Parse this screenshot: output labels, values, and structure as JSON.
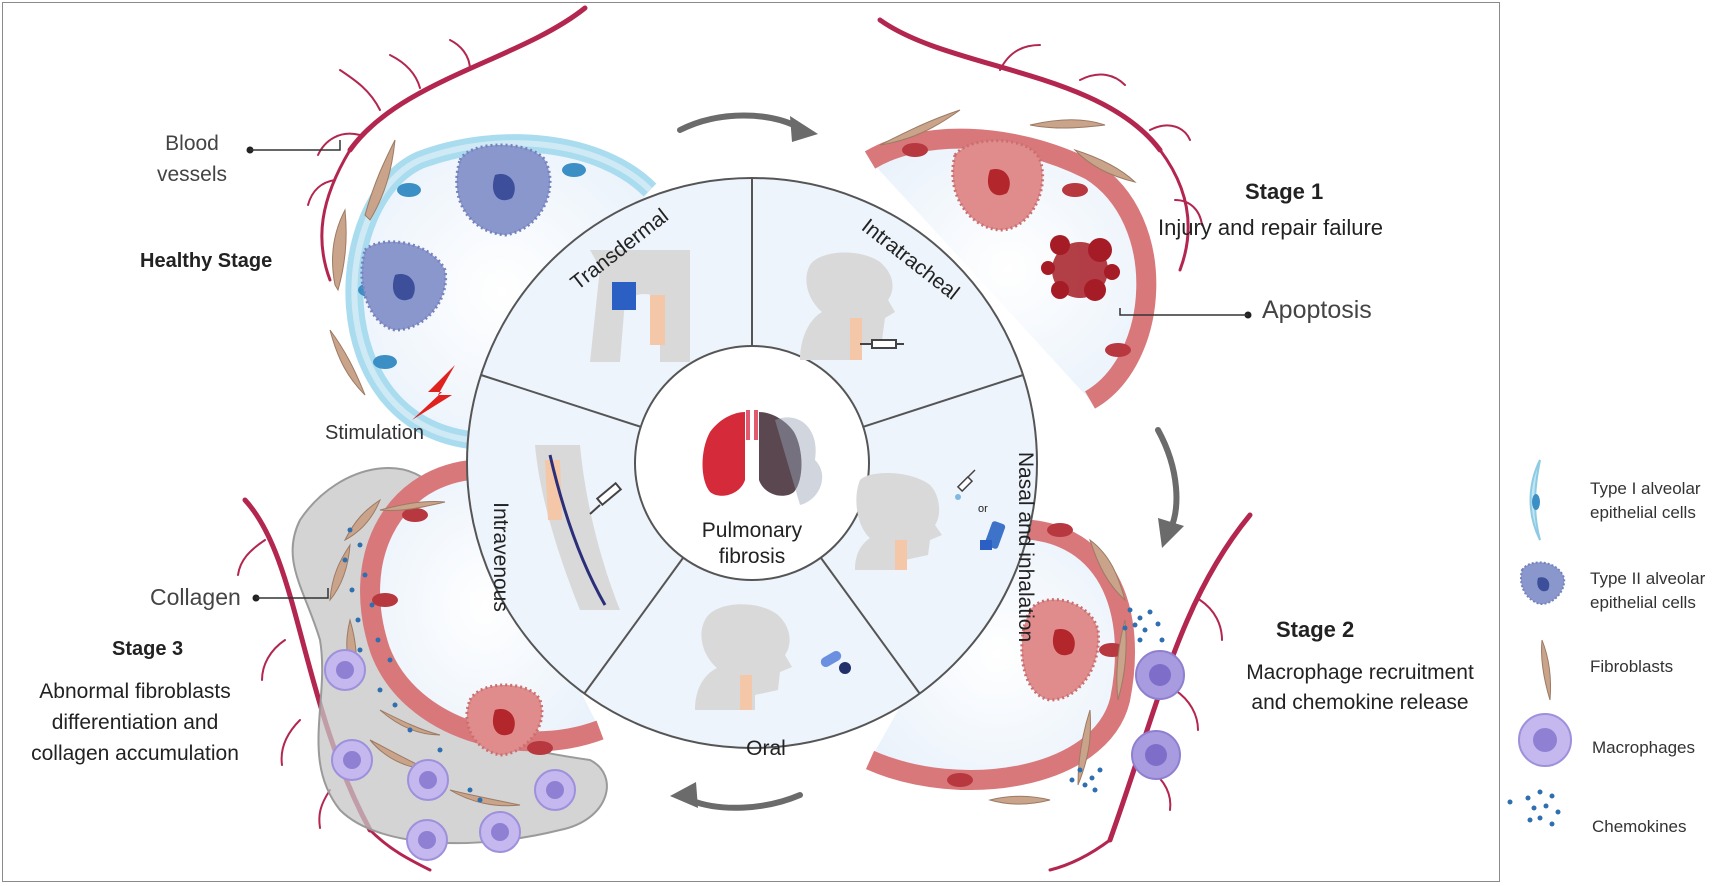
{
  "stages": {
    "healthy": {
      "title": "Healthy Stage"
    },
    "stage1": {
      "title": "Stage 1",
      "subtitle": "Injury and repair failure"
    },
    "stage2": {
      "title": "Stage 2",
      "line1": "Macrophage recruitment",
      "line2": "and chemokine release"
    },
    "stage3": {
      "title": "Stage 3",
      "line1": "Abnormal fibroblasts",
      "line2": "differentiation and",
      "line3": "collagen accumulation"
    }
  },
  "callouts": {
    "blood_vessels_1": "Blood",
    "blood_vessels_2": "vessels",
    "stimulation": "Stimulation",
    "apoptosis": "Apoptosis",
    "collagen": "Collagen"
  },
  "center": {
    "line1": "Pulmonary",
    "line2": "fibrosis"
  },
  "routes": {
    "transdermal": "Transdermal",
    "intratracheal": "Intratracheal",
    "nasal": "Nasal and inhalation",
    "oral": "Oral",
    "intravenous": "Intravenous",
    "or": "or"
  },
  "legend": {
    "type1_1": "Type I alveolar",
    "type1_2": "epithelial cells",
    "type2_1": "Type II alveolar",
    "type2_2": "epithelial cells",
    "fibroblasts": "Fibroblasts",
    "macrophages": "Macrophages",
    "chemokines": "Chemokines"
  },
  "colors": {
    "healthy_membrane": "#a9dcef",
    "healthy_cell": "#8a97cc",
    "injured_membrane": "#d9787a",
    "injured_cell": "#e08c8c",
    "vessel": "#b3264f",
    "fibroblast": "#c9a48a",
    "macrophage": "#a99be0",
    "chemokine": "#2f6fb0",
    "collagen": "#b9b9b9",
    "wheel_fill": "#eef4fc",
    "arrow": "#6b6b6b"
  }
}
